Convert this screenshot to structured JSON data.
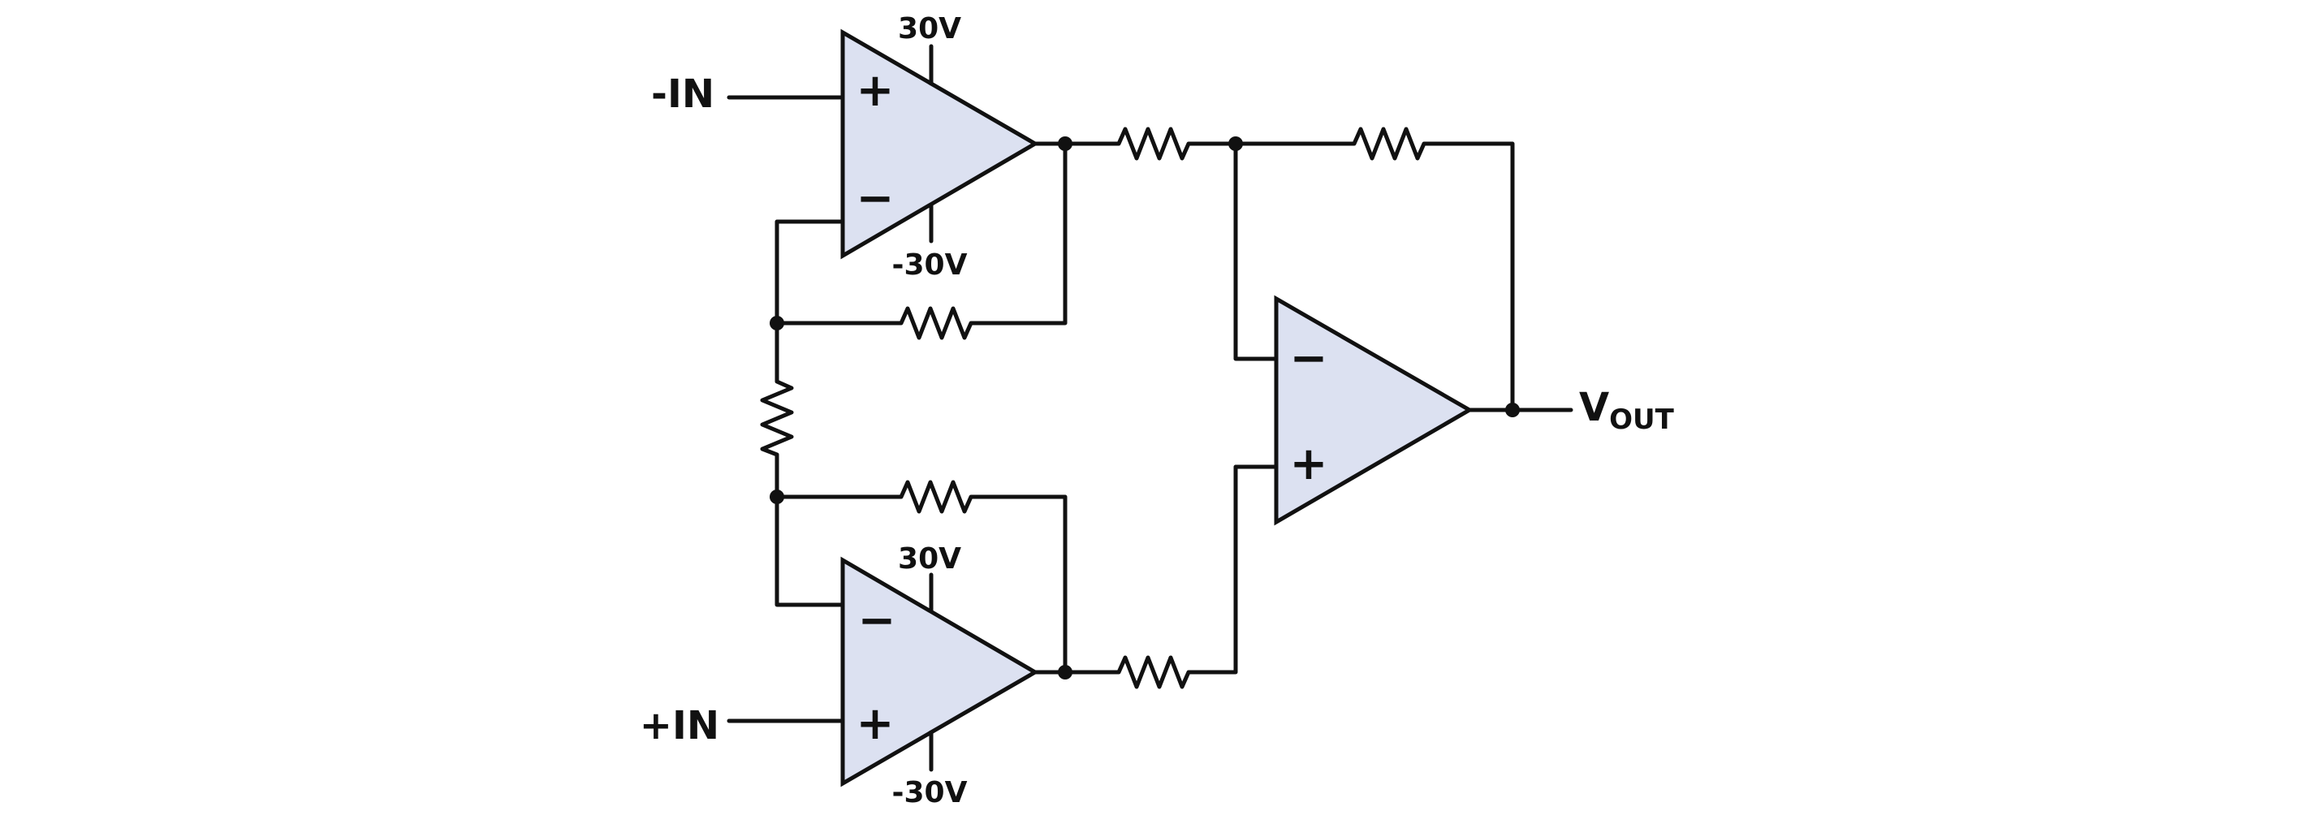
{
  "colors": {
    "opamp_fill": "#dce1f1",
    "line": "#111111",
    "background": "#ffffff"
  },
  "labels": {
    "neg_in": "-IN",
    "pos_in": "+IN",
    "vout_main": "V",
    "vout_sub": "OUT"
  },
  "amp1": {
    "plus": "+",
    "minus": "−",
    "supply_top": "30V",
    "supply_bottom": "-30V"
  },
  "amp2": {
    "plus": "+",
    "minus": "−",
    "supply_top": "30V",
    "supply_bottom": "-30V"
  },
  "amp3": {
    "plus": "+",
    "minus": "−"
  }
}
